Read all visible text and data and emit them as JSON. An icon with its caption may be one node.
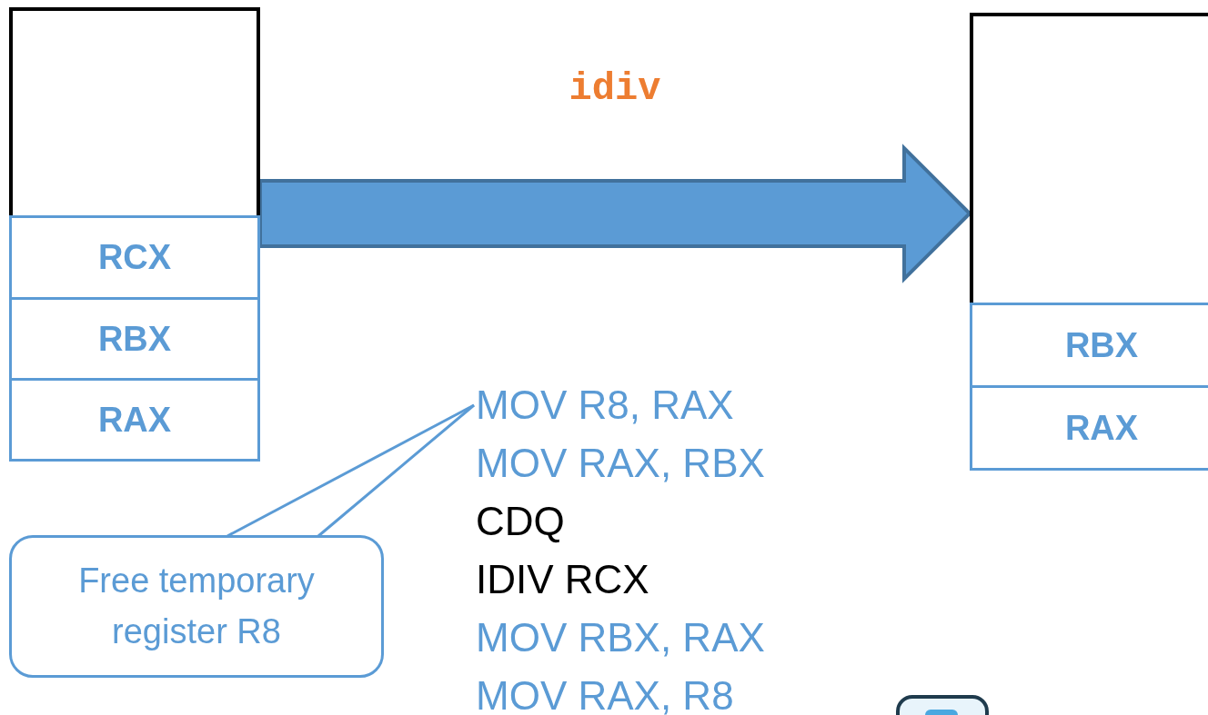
{
  "diagram": {
    "nodes": [
      {
        "text": [],
        "shape": "box"
      },
      {
        "text": [
          "RCX"
        ],
        "in": 0
      },
      {
        "text": [
          "RBX"
        ],
        "in": 0
      },
      {
        "text": [
          "RAX"
        ],
        "in": 0
      },
      {
        "text": [],
        "shape": "box"
      },
      {
        "text": [
          "RBX"
        ],
        "in": 4
      },
      {
        "text": [
          "RAX"
        ],
        "in": 4
      },
      {
        "text": [
          "Free temporary register R8"
        ]
      },
      {
        "text": [
          "MOV R8, RAX"
        ]
      }
    ],
    "edges": [
      {
        "from": 0,
        "to": 4,
        "arrow": "to",
        "label": "idiv"
      },
      {
        "from": 7,
        "to": 8,
        "arrow": "none"
      }
    ],
    "labels": [
      "MOV RAX, RBX",
      "CDQ",
      "IDIV RCX",
      "MOV RBX, RAX",
      "MOV RAX, R8"
    ]
  }
}
